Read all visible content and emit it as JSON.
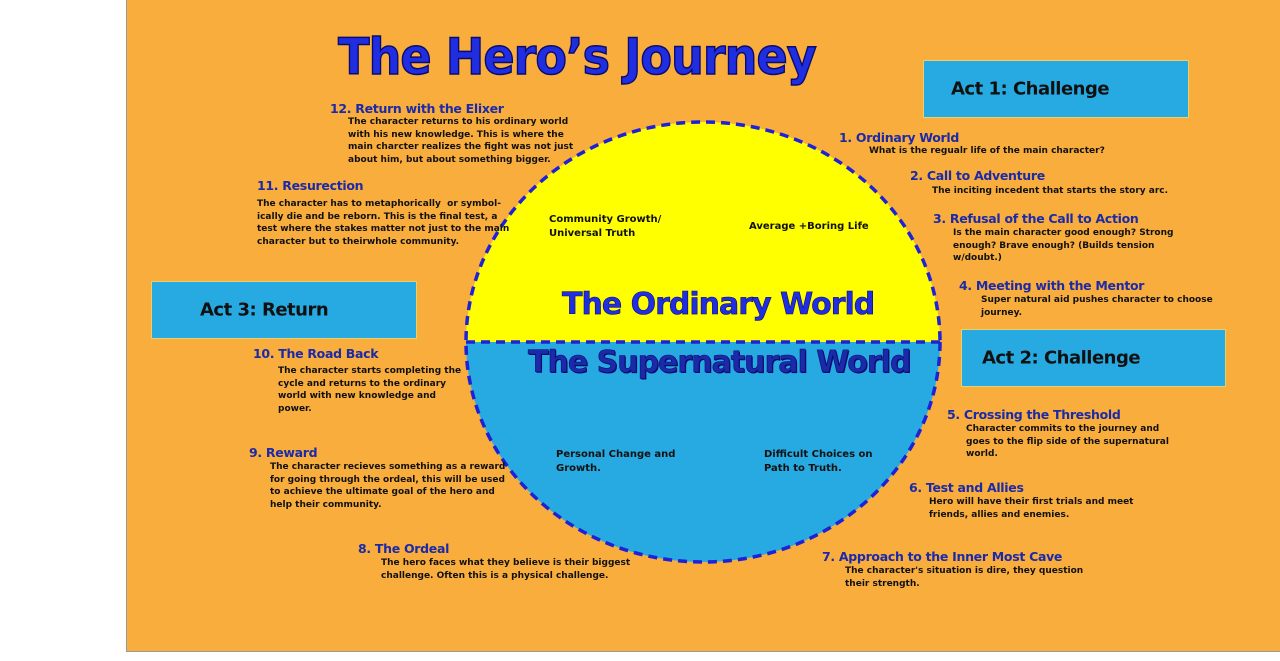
{
  "title": "The Hero’s Journey",
  "acts": {
    "act1": "Act 1: Challenge",
    "act2": "Act 2: Challenge",
    "act3": "Act 3: Return"
  },
  "worlds": {
    "ordinary": "The Ordinary World",
    "supernatural": "The Supernatural World",
    "top_left": "Community Growth/\nUniversal Truth",
    "top_right": "Average +Boring Life",
    "bottom_left": "Personal Change and\nGrowth.",
    "bottom_right": "Difficult Choices on\nPath to Truth.",
    "colors": {
      "ordinary": "#FFFF00",
      "supernatural": "#27A9E1",
      "outline": "#1e22d6"
    }
  },
  "stages": [
    {
      "title": "1. Ordinary World",
      "desc": "What is the regualr life of the main character?"
    },
    {
      "title": "2.  Call to Adventure",
      "desc": "The inciting incedent that starts the story arc."
    },
    {
      "title": "3. Refusal of the Call to Action",
      "desc": "Is the main character good enough? Strong\nenough? Brave enough? (Builds tension\nw/doubt.)"
    },
    {
      "title": "4.  Meeting with the Mentor",
      "desc": "Super natural aid pushes character to choose\njourney."
    },
    {
      "title": "5.  Crossing the Threshold",
      "desc": "Character commits to the journey and\ngoes to the flip side of the supernatural\nworld."
    },
    {
      "title": "6. Test and Allies",
      "desc": "Hero will have their first trials and meet\nfriends, allies and enemies."
    },
    {
      "title": "7. Approach to the Inner Most Cave",
      "desc": "The character's situation is dire, they question\ntheir strength."
    },
    {
      "title": "8.  The Ordeal",
      "desc": "The hero faces what they believe is their biggest\nchallenge. Often this is a physical challenge."
    },
    {
      "title": "9. Reward",
      "desc": "The character recieves something as a reward\nfor going through the ordeal, this will be used\nto achieve the ultimate goal of the hero and\nhelp their community."
    },
    {
      "title": "10. The Road Back",
      "desc": "The character starts completing the\ncycle and returns to the ordinary\nworld with new knowledge and\npower."
    },
    {
      "title": "11.  Resurection",
      "desc": "The character has to metaphorically  or symbol-\nically die and be reborn. This is the final test, a\ntest where the stakes matter not just to the main\ncharacter but to theirwhole community."
    },
    {
      "title": "12.  Return with the Elixer",
      "desc": "The character returns to his ordinary world\nwith his new knowledge. This is where the\nmain charcter realizes the fight was not just\nabout him, but about something bigger."
    }
  ],
  "colors": {
    "background": "#F9AD3D",
    "act_box": "#27A9E1",
    "title": "#1f2ee0"
  }
}
